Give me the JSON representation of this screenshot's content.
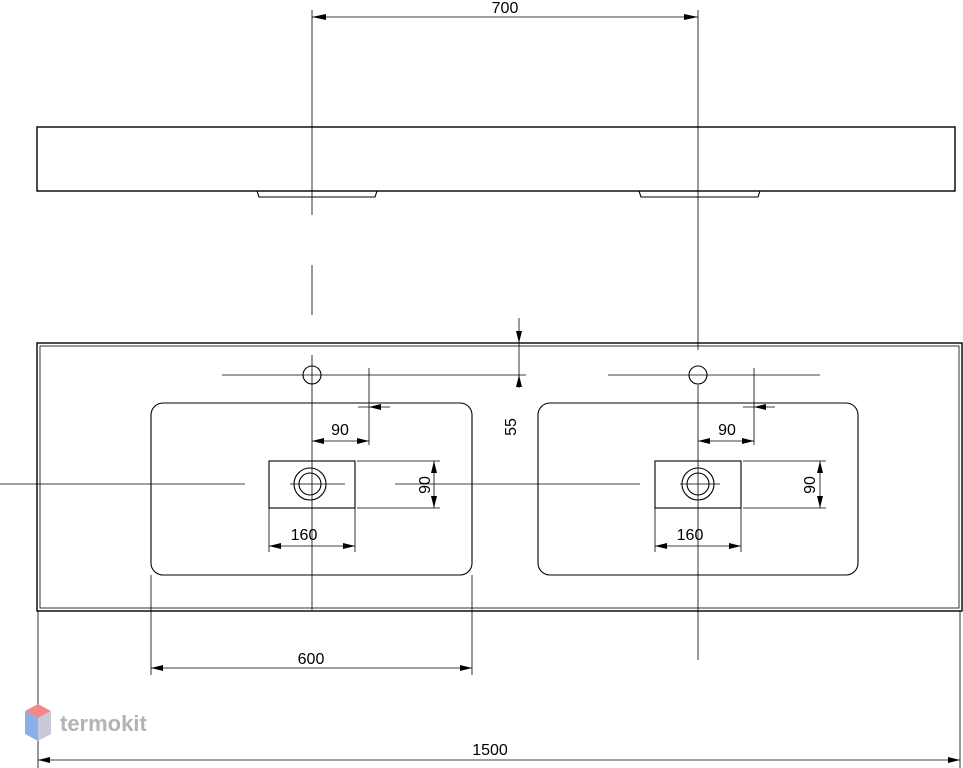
{
  "dimensions": {
    "center_distance": "700",
    "faucet_offset": "55",
    "left_drain_offset": "90",
    "left_drain_height": "90",
    "left_drain_width": "160",
    "right_drain_offset": "90",
    "right_drain_height": "90",
    "right_drain_width": "160",
    "bowl_width": "600",
    "total_width": "1500"
  },
  "watermark": {
    "text": "termokit",
    "colors": {
      "top": "#f08a8a",
      "left": "#8ab0e8",
      "right": "#c9c9d9",
      "text": "#b3b3b3"
    }
  }
}
